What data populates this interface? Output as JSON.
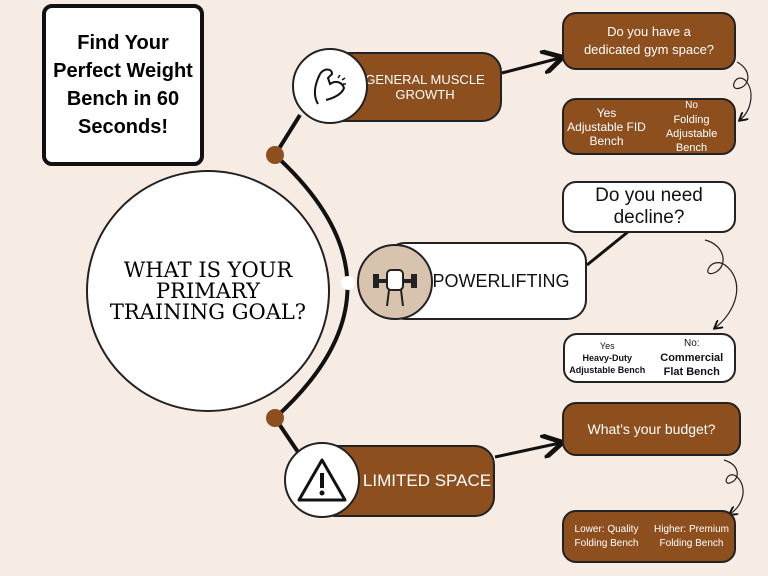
{
  "title": "Find Your Perfect Weight Bench in 60 Seconds!",
  "central_question": "WHAT IS YOUR PRIMARY TRAINING GOAL?",
  "colors": {
    "brown": "#8e4f1f",
    "background": "#f6ece3"
  },
  "goals": [
    {
      "label": "GENERAL MUSCLE GROWTH",
      "icon": "flexed-bicep-icon"
    },
    {
      "label": "POWERLIFTING",
      "icon": "fist-dumbbell-icon"
    },
    {
      "label": "LIMITED SPACE",
      "icon": "warning-icon"
    }
  ],
  "questions": [
    {
      "text": "Do you have a dedicated gym space?",
      "answers": [
        {
          "label": "Yes",
          "result": "Adjustable FID Bench"
        },
        {
          "label": "No",
          "result": "Folding Adjustable Bench"
        }
      ]
    },
    {
      "text": "Do you need decline?",
      "answers": [
        {
          "label": "Yes",
          "result": "Heavy-Duty Adjustable Bench"
        },
        {
          "label": "No:",
          "result": "Commercial Flat Bench"
        }
      ]
    },
    {
      "text": "What's your budget?",
      "answers": [
        {
          "label": "Lower:",
          "result": "Quality Folding Bench"
        },
        {
          "label": "Higher:",
          "result": "Premium Folding Bench"
        }
      ]
    }
  ]
}
